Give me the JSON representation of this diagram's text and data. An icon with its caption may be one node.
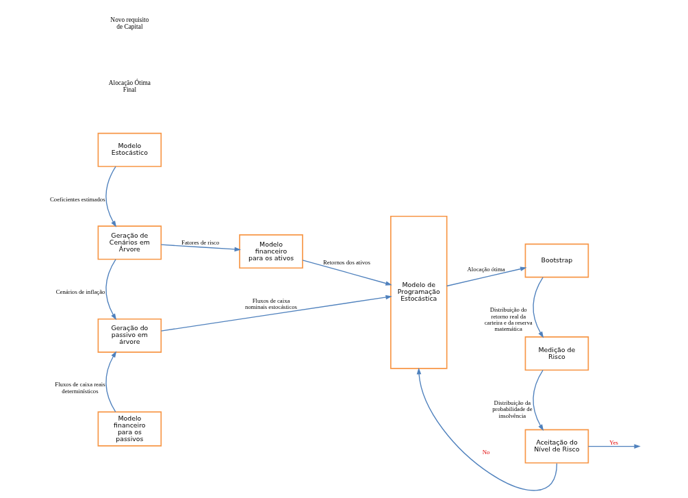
{
  "diagram": {
    "nodes": [
      {
        "text": [
          "Modelo Estocástico"
        ]
      },
      {
        "text": [
          "Geração de Cenários em Árvore"
        ]
      },
      {
        "text": [
          "Modelo financeiro para os ativos"
        ]
      },
      {
        "text": [
          "Geração do passivo em árvore"
        ]
      },
      {
        "text": [
          "Modelo financeiro para os passivos"
        ]
      },
      {
        "text": [
          "Modelo de Programação Estocástica"
        ]
      },
      {
        "text": [
          "Bootstrap"
        ]
      },
      {
        "text": [
          "Medição de Risco"
        ]
      },
      {
        "text": [
          "Aceitação do Nível de Risco"
        ]
      }
    ],
    "edges": [
      {
        "from": 0,
        "to": 1,
        "arrow": "to",
        "label": "Coeficientes estimados"
      },
      {
        "from": 1,
        "to": 2,
        "arrow": "to",
        "label": "Fatores de risco"
      },
      {
        "from": 1,
        "to": 3,
        "arrow": "to",
        "label": "Cenários de inflação"
      },
      {
        "from": 4,
        "to": 3,
        "arrow": "to",
        "label": "Fluxos de caixa reais determinísticos"
      },
      {
        "from": 2,
        "to": 5,
        "arrow": "to",
        "label": "Retornos dos ativos"
      },
      {
        "from": 3,
        "to": 5,
        "arrow": "to",
        "label": "Fluxos de caixa nominais estocásticos"
      },
      {
        "from": 5,
        "to": 6,
        "arrow": "to",
        "label": "Alocação ótima"
      },
      {
        "from": 6,
        "to": 7,
        "arrow": "to",
        "label": "Distribuição do retorno real da carteira e da reserva matemática"
      },
      {
        "from": 7,
        "to": 8,
        "arrow": "to",
        "label": "Distribuição da probabilidade de insolvência"
      },
      {
        "from": 8,
        "to": 5,
        "arrow": "to",
        "label": "No"
      },
      {
        "from": 8,
        "to": null,
        "arrow": "to",
        "label": "Yes"
      }
    ],
    "labels": [
      "Alocação Ótima Final",
      "Novo requisito de Capital"
    ]
  }
}
